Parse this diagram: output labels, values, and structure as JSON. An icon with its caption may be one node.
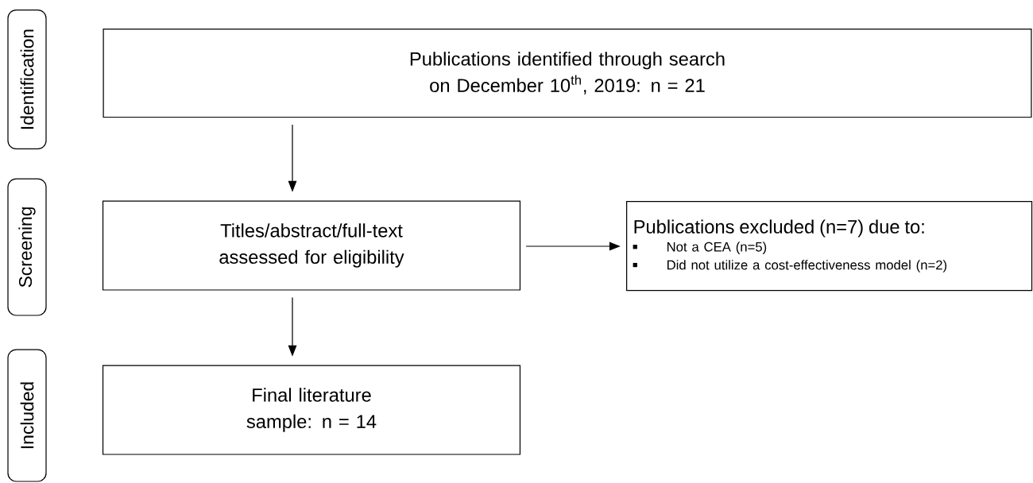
{
  "diagram": {
    "nodes": [
      {
        "text": [
          "Identification"
        ]
      },
      {
        "text": [
          "Screening"
        ]
      },
      {
        "text": [
          "Included"
        ]
      },
      {
        "text": [
          "Publications identified through search on December 10$^{th}$, 2019: n = 21"
        ]
      },
      {
        "text": [
          "Titles/abstract/full-text assessed for eligibility"
        ]
      },
      {
        "text": [
          "Final literature sample: n = 14"
        ]
      },
      {
        "text": [
          "Publications excluded (n=7) due to:",
          "Not a CEA (n=5)",
          "Did not utilize a cost-effectiveness model (n=2)"
        ]
      }
    ],
    "edges": [
      {
        "from": 3,
        "to": 4,
        "arrow": "to"
      },
      {
        "from": 4,
        "to": 5,
        "arrow": "to"
      },
      {
        "from": 4,
        "to": 6,
        "arrow": "to"
      }
    ]
  }
}
